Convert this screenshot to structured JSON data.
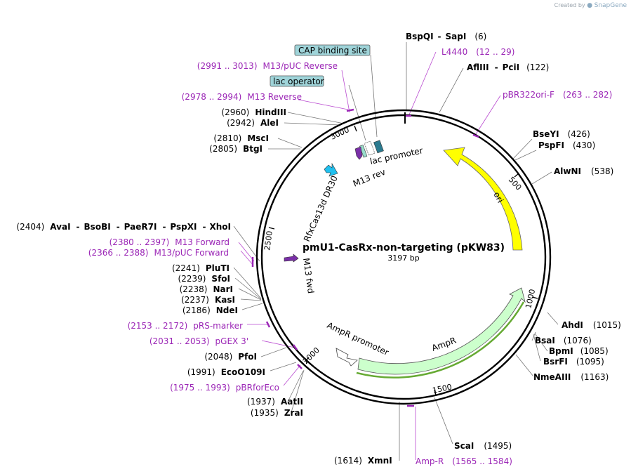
{
  "credit": {
    "created_by": "Created by",
    "brand": "SnapGene"
  },
  "plasmid": {
    "name": "pmU1-CasRx-non-targeting (pKW83)",
    "size": "3197 bp"
  },
  "ticks": [
    "500",
    "1000",
    "1500",
    "2000",
    "2500",
    "3000"
  ],
  "features": {
    "ori": "ori",
    "ampr": "AmpR",
    "ampr_promoter": "AmpR promoter",
    "lac_promoter": "lac promoter",
    "m13_rev": "M13 rev",
    "m13_fwd": "M13 fwd",
    "dr30": "RfxCas13d DR30"
  },
  "boxed": {
    "cap": "CAP binding site",
    "lacop": "lac operator"
  },
  "sites": {
    "bspqi": {
      "name": "BspQI",
      "sep": "-",
      "name2": "SapI",
      "pos": "(6)"
    },
    "afliii": {
      "name": "AflIII",
      "sep": "-",
      "name2": "PciI",
      "pos": "(122)"
    },
    "bseyi": {
      "name": "BseYI",
      "pos": "(426)"
    },
    "pspfi": {
      "name": "PspFI",
      "pos": "(430)"
    },
    "alwni": {
      "name": "AlwNI",
      "pos": "(538)"
    },
    "ahdi": {
      "name": "AhdI",
      "pos": "(1015)"
    },
    "bsai": {
      "name": "BsaI",
      "pos": "(1076)"
    },
    "bpmi": {
      "name": "BpmI",
      "pos": "(1085)"
    },
    "bsrfi": {
      "name": "BsrFI",
      "pos": "(1095)"
    },
    "nmeaiii": {
      "name": "NmeAIII",
      "pos": "(1163)"
    },
    "scai": {
      "name": "ScaI",
      "pos": "(1495)"
    },
    "xmni": {
      "name": "XmnI",
      "pos": "(1614)"
    },
    "aatii": {
      "name": "AatII",
      "pos": "(1937)"
    },
    "zrai": {
      "name": "ZraI",
      "pos": "(1935)"
    },
    "ecoo109i": {
      "name": "EcoO109I",
      "pos": "(1991)"
    },
    "pfoi": {
      "name": "PfoI",
      "pos": "(2048)"
    },
    "ndei": {
      "name": "NdeI",
      "pos": "(2186)"
    },
    "kasi": {
      "name": "KasI",
      "pos": "(2237)"
    },
    "nari": {
      "name": "NarI",
      "pos": "(2238)"
    },
    "sfoi": {
      "name": "SfoI",
      "pos": "(2239)"
    },
    "pluti": {
      "name": "PluTI",
      "pos": "(2241)"
    },
    "xhoi": {
      "pos": "(2404)",
      "n1": "AvaI",
      "n2": "BsoBI",
      "n3": "PaeR7I",
      "n4": "PspXI",
      "n5": "XhoI",
      "sep": "-"
    },
    "btgi": {
      "name": "BtgI",
      "pos": "(2805)"
    },
    "msci": {
      "name": "MscI",
      "pos": "(2810)"
    },
    "alei": {
      "name": "AleI",
      "pos": "(2942)"
    },
    "hindiii": {
      "name": "HindIII",
      "pos": "(2960)"
    }
  },
  "primers": {
    "l4440": {
      "name": "L4440",
      "range": "(12 .. 29)"
    },
    "pbr322": {
      "name": "pBR322ori-F",
      "range": "(263 .. 282)"
    },
    "ampr": {
      "name": "Amp-R",
      "range": "(1565 .. 1584)"
    },
    "pbrforeco": {
      "name": "pBRforEco",
      "range": "(1975 .. 1993)"
    },
    "pgex": {
      "name": "pGEX 3'",
      "range": "(2031 .. 2053)"
    },
    "prs": {
      "name": "pRS-marker",
      "range": "(2153 .. 2172)"
    },
    "m13puc_fwd": {
      "name": "M13/pUC Forward",
      "range": "(2366 .. 2388)"
    },
    "m13_fwd": {
      "name": "M13 Forward",
      "range": "(2380 .. 2397)"
    },
    "m13_rev": {
      "name": "M13 Reverse",
      "range": "(2978 .. 2994)"
    },
    "m13puc_rev": {
      "name": "M13/pUC Reverse",
      "range": "(2991 .. 3013)"
    }
  },
  "colors": {
    "backbone": "#000000",
    "ori": "#ffff00",
    "ampr": "#ccffcc",
    "ampr_outline": "#66aa33",
    "primer": "#9b26b6",
    "dr30": "#20c0ef",
    "m13": "#7a2fa8",
    "lac_promoter": "#2b7a8f",
    "label_box": "#9fd4d9"
  }
}
